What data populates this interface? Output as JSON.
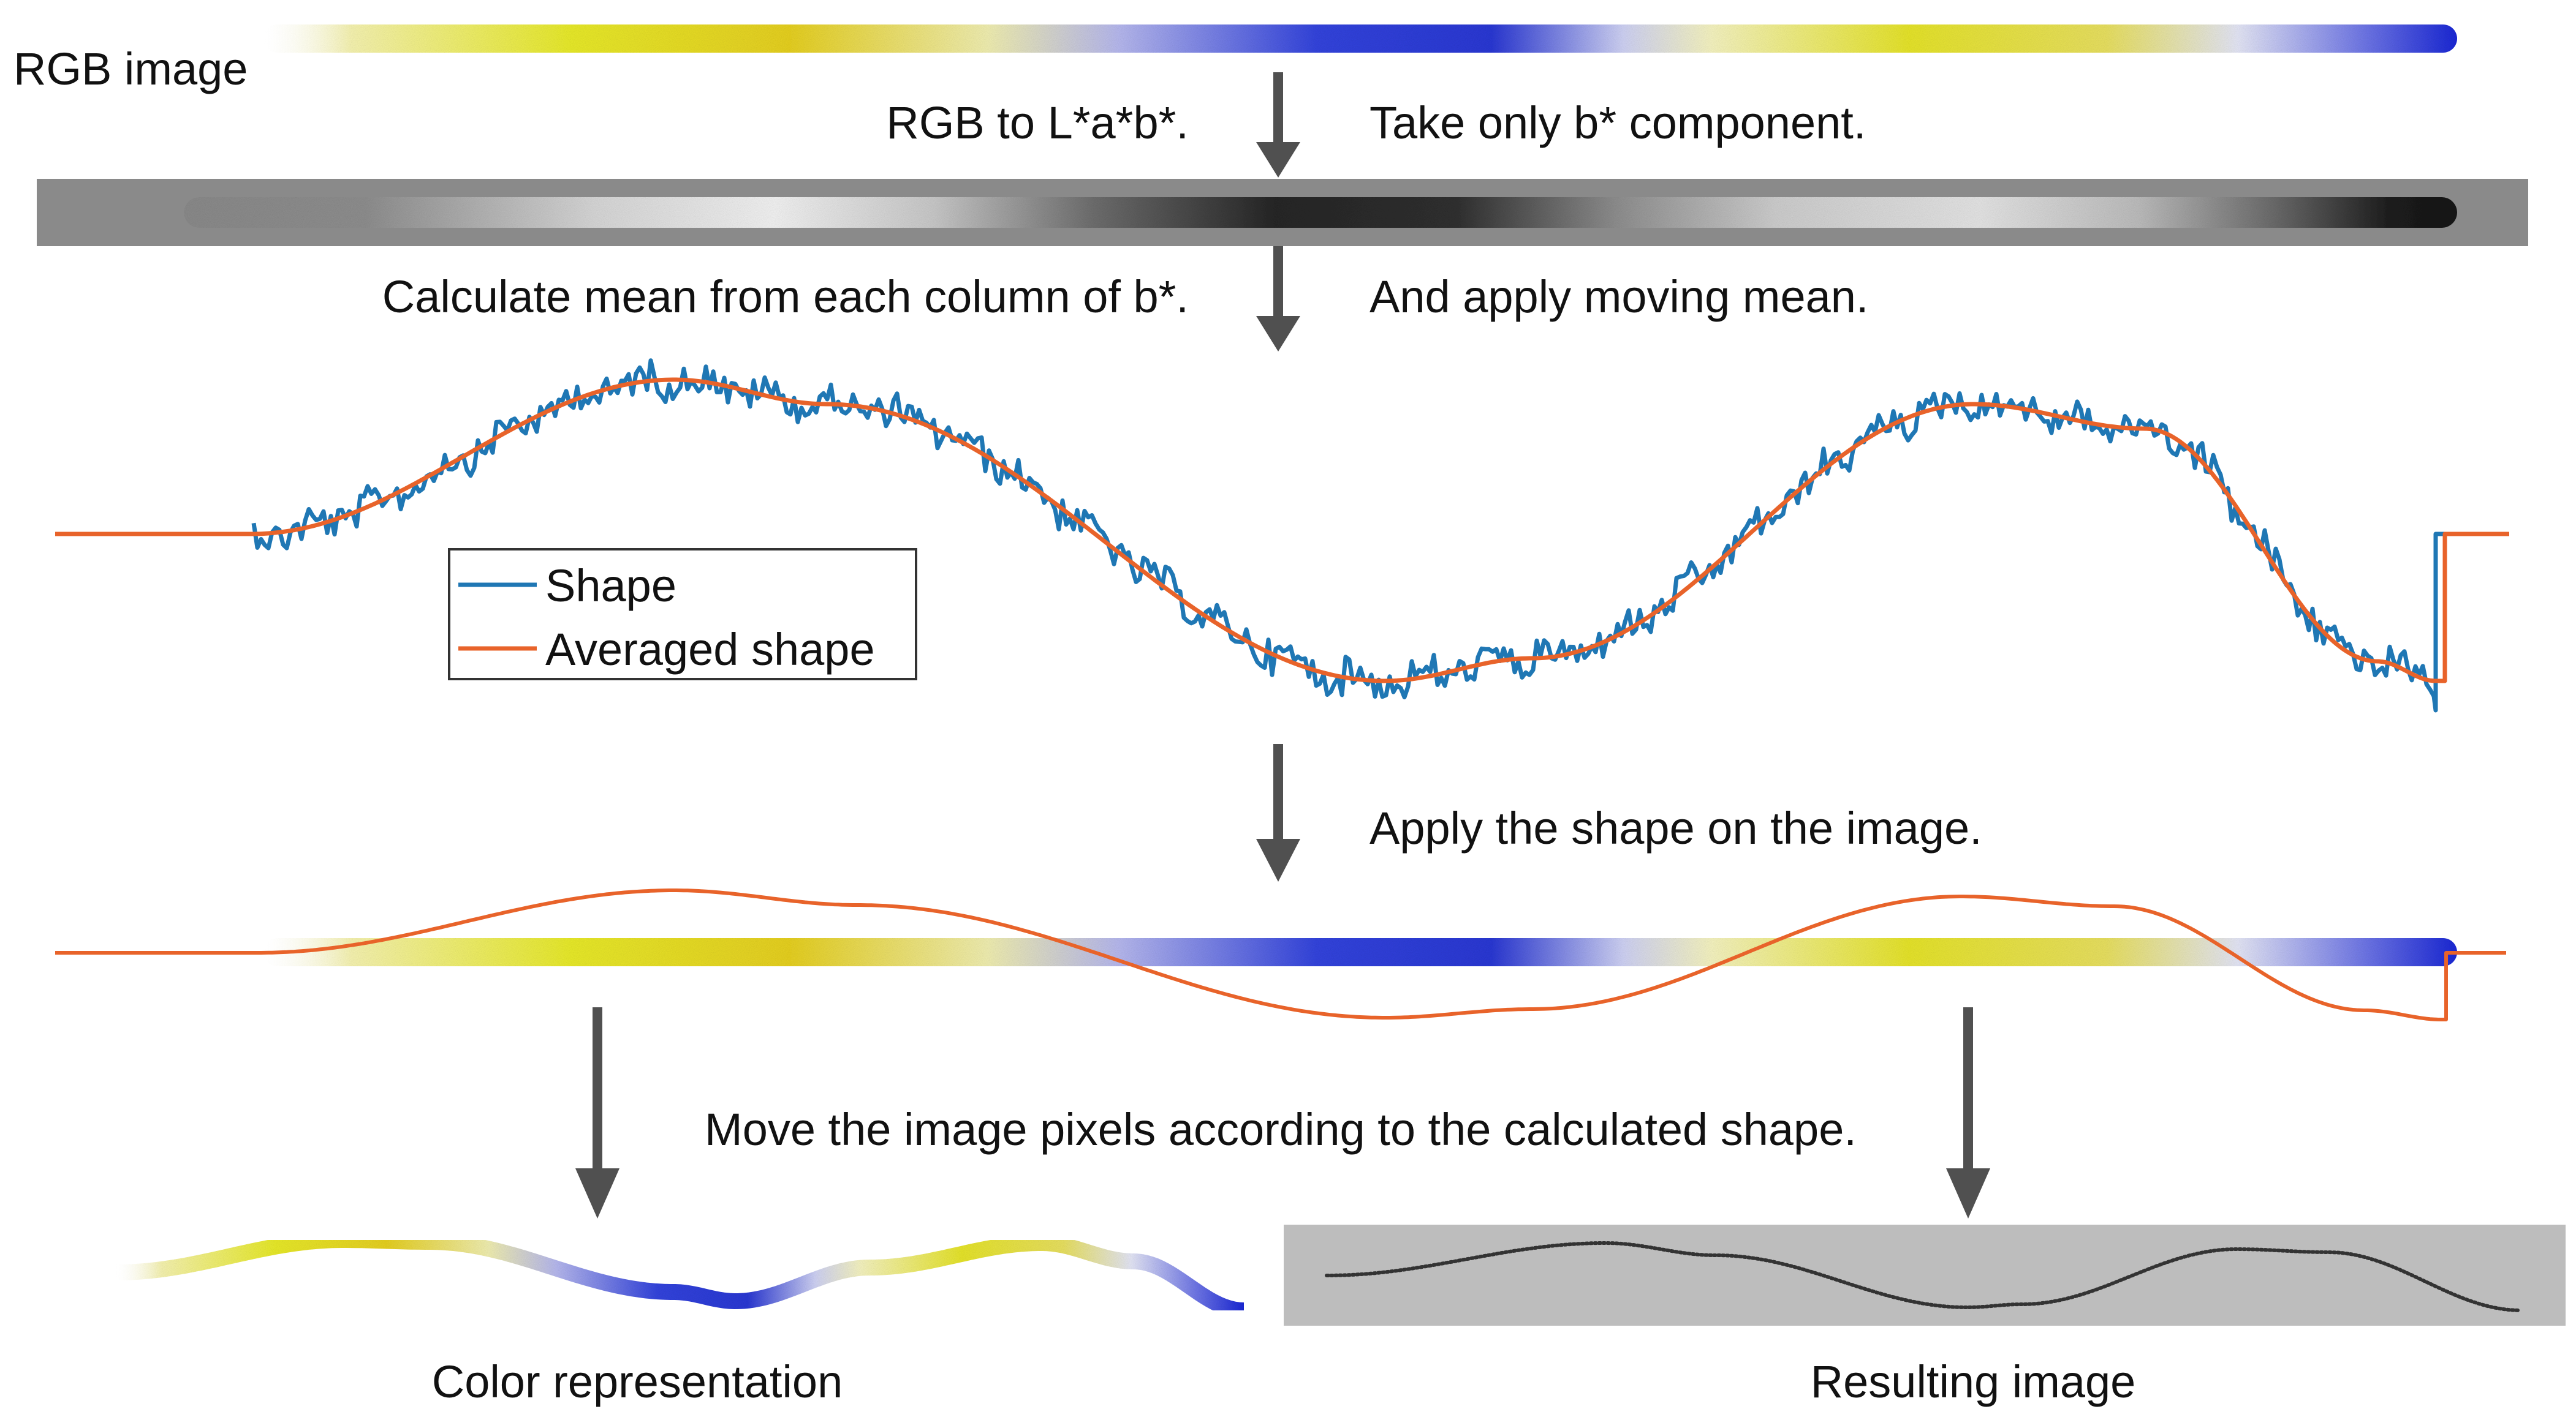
{
  "labels": {
    "rgb_image": "RGB image",
    "rgb_to_lab": "RGB to L*a*b*.",
    "take_b": "Take only b* component.",
    "calc_mean": "Calculate mean from each column of b*.",
    "moving_mean": "And apply moving mean.",
    "apply_shape": "Apply the shape on the image.",
    "move_pixels": "Move the image pixels according to the calculated shape.",
    "color_repr": "Color representation",
    "resulting": "Resulting image"
  },
  "legend": {
    "shape": "Shape",
    "averaged": "Averaged shape"
  },
  "colors": {
    "shape": "#1f77b4",
    "averaged": "#e8632a",
    "arrow": "#505050",
    "gray_band": "#8a8a8a",
    "result_bg": "#bdbdbd",
    "yellow": "#e8e81a",
    "blue": "#2233d8"
  }
}
